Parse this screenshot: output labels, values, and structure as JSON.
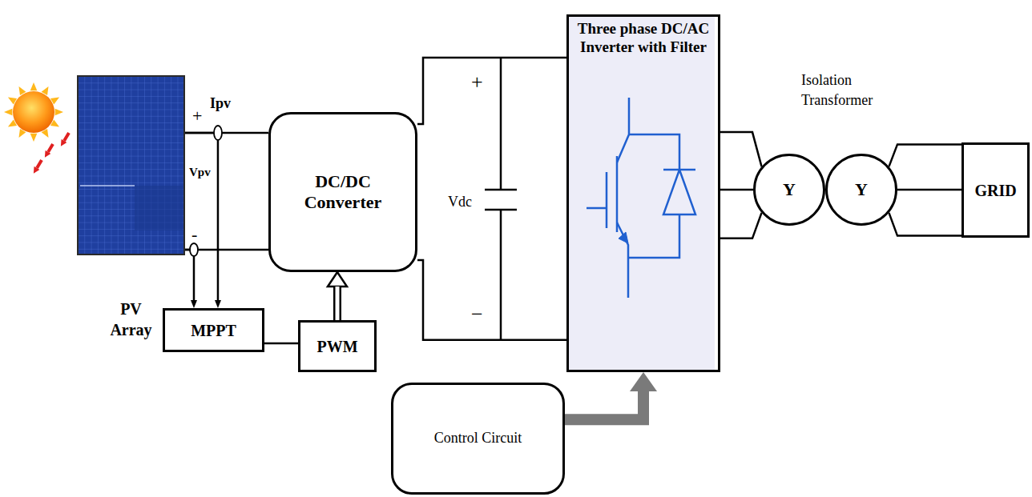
{
  "diagram": {
    "nodes": [
      {
        "text": [
          "PV Array"
        ]
      },
      {
        "text": [
          "DC/DC Converter"
        ]
      },
      {
        "text": [
          "MPPT"
        ]
      },
      {
        "text": [
          "PWM"
        ]
      },
      {
        "text": [
          "Three phase DC/AC Inverter with Filter"
        ]
      },
      {
        "text": [
          "Control Circuit"
        ]
      },
      {
        "text": [
          "Y"
        ]
      },
      {
        "text": [
          "Y"
        ]
      },
      {
        "text": [
          "GRID"
        ]
      }
    ],
    "edges": [
      {
        "from": 0,
        "to": 1,
        "arrow": "none"
      },
      {
        "from": 0,
        "to": 1,
        "arrow": "none"
      },
      {
        "from": 0,
        "to": 2,
        "arrow": "to"
      },
      {
        "from": 0,
        "to": 2,
        "arrow": "to"
      },
      {
        "from": 2,
        "to": 3,
        "arrow": "none"
      },
      {
        "from": 3,
        "to": 1,
        "arrow": "to"
      },
      {
        "from": 1,
        "to": 4,
        "arrow": "none"
      },
      {
        "from": 1,
        "to": 4,
        "arrow": "none"
      },
      {
        "from": 5,
        "to": 4,
        "arrow": "to"
      },
      {
        "from": 4,
        "to": 6,
        "arrow": "none"
      },
      {
        "from": 4,
        "to": 6,
        "arrow": "none"
      },
      {
        "from": 4,
        "to": 6,
        "arrow": "none"
      },
      {
        "from": 7,
        "to": 8,
        "arrow": "none"
      },
      {
        "from": 7,
        "to": 8,
        "arrow": "none"
      },
      {
        "from": 7,
        "to": 8,
        "arrow": "none"
      }
    ],
    "labels": [
      "+",
      "Ipv",
      "Vpv",
      "-",
      "Vdc",
      "+",
      "−",
      "Isolation Transformer"
    ]
  }
}
